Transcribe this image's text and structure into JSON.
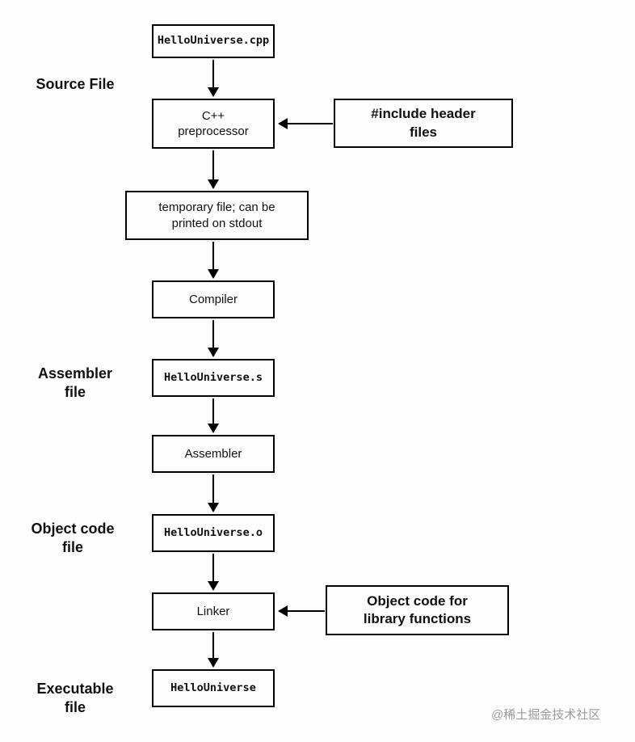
{
  "diagram": {
    "title": "C++ compilation pipeline flowchart",
    "nodes": {
      "source_file": "HelloUniverse.cpp",
      "preprocessor": "C++\npreprocessor",
      "include_headers": "#include header\nfiles",
      "temp_file": "temporary file; can be\nprinted on stdout",
      "compiler": "Compiler",
      "assembler_file": "HelloUniverse.s",
      "assembler": "Assembler",
      "object_file": "HelloUniverse.o",
      "linker": "Linker",
      "library_object": "Object code for\nlibrary functions",
      "executable": "HelloUniverse"
    },
    "stage_labels": {
      "source": "Source File",
      "assembler": "Assembler\nfile",
      "object": "Object code\nfile",
      "executable": "Executable\nfile"
    },
    "watermark": "@稀土掘金技术社区",
    "colors": {
      "line": "#000000",
      "background": "#fdfdfd",
      "watermark": "#9b9b9b"
    }
  }
}
